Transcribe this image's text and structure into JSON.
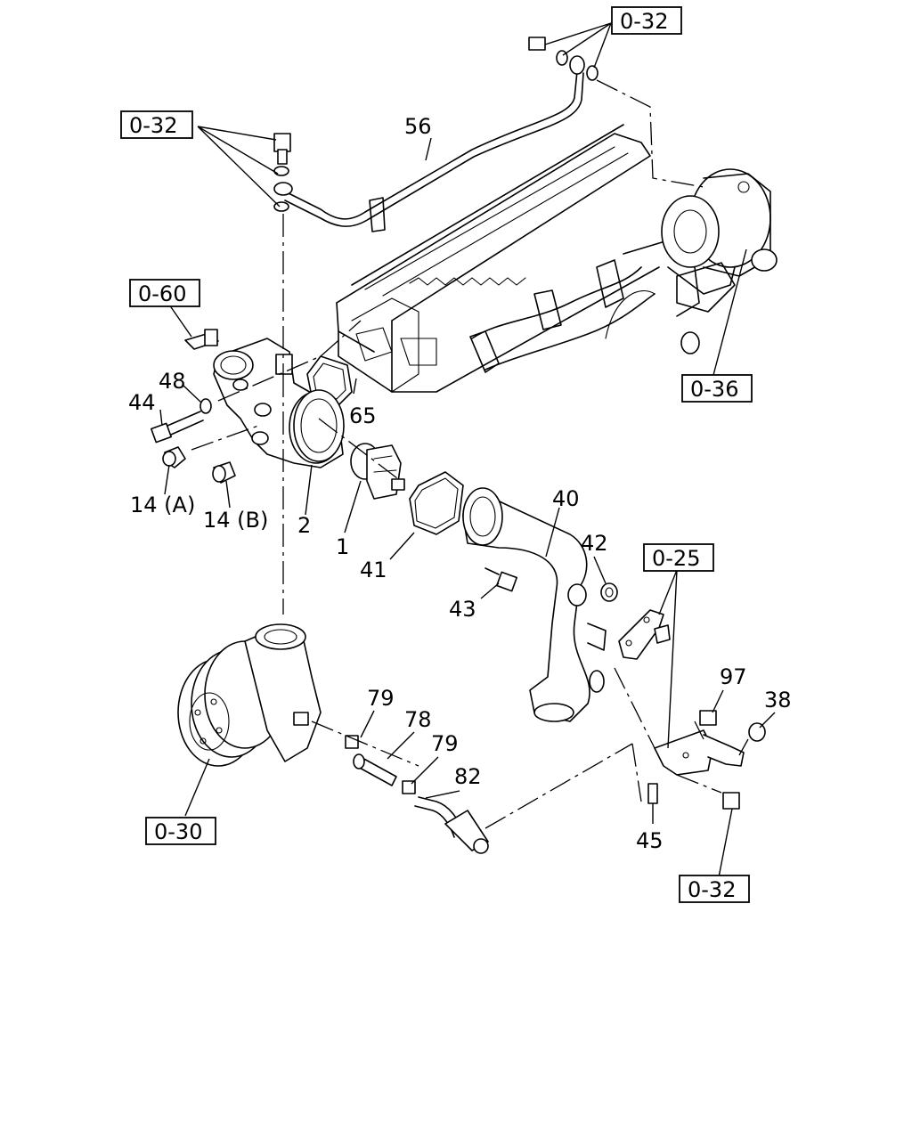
{
  "parts": {
    "p56": "56",
    "p65": "65",
    "p48": "48",
    "p44": "44",
    "p14a": "14 (A)",
    "p14b": "14 (B)",
    "p2": "2",
    "p1": "1",
    "p41": "41",
    "p40": "40",
    "p42": "42",
    "p43": "43",
    "p79a": "79",
    "p78": "78",
    "p79b": "79",
    "p82": "82",
    "p97": "97",
    "p38": "38",
    "p45": "45"
  },
  "refs": {
    "r032_top": "0-32",
    "r032_left": "0-32",
    "r060": "0-60",
    "r036": "0-36",
    "r025": "0-25",
    "r030": "0-30",
    "r032_bottom": "0-32"
  }
}
